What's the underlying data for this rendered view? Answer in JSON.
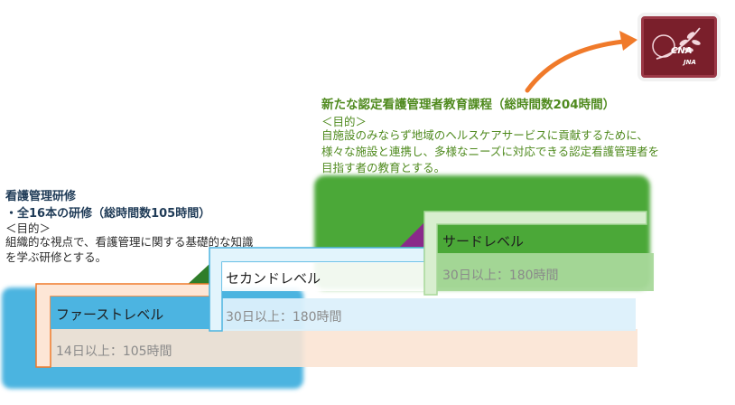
{
  "new_course": {
    "title": "新たな認定看護管理者教育課程（総時間数204時間）",
    "purpose_label": "＜目的＞",
    "description": "自施設のみならず地域のヘルスケアサービスに貢献するために、\n様々な施設と連携し、多様なニーズに対応できる認定看護管理者を\n目指す者の教育とする。"
  },
  "management_training": {
    "title": "看護管理研修",
    "subtitle": "・全16本の研修（総時間数105時間）",
    "purpose_label": "＜目的＞",
    "description": "組織的な視点で、看護管理に関する基礎的な知識\nを学ぶ研修とする。"
  },
  "levels": [
    {
      "name": "ファーストレベル",
      "hours": "14日以上：105時間",
      "color": "#4cb4e0"
    },
    {
      "name": "セカンドレベル",
      "hours": "30日以上：180時間",
      "color": "#4cb4e0"
    },
    {
      "name": "サードレベル",
      "hours": "30日以上：180時間",
      "color": "#4ca838"
    }
  ],
  "logo": {
    "top_text": "CNA",
    "bottom_text": "JNA",
    "color": "#7a1f2b"
  },
  "colors": {
    "arrow": "#f07a2a",
    "accent_green": "#4f8a1e",
    "blue": "#4cb4e0",
    "green": "#4ca838",
    "purple": "#8a2a8a",
    "peach": "#fbe4d4"
  }
}
